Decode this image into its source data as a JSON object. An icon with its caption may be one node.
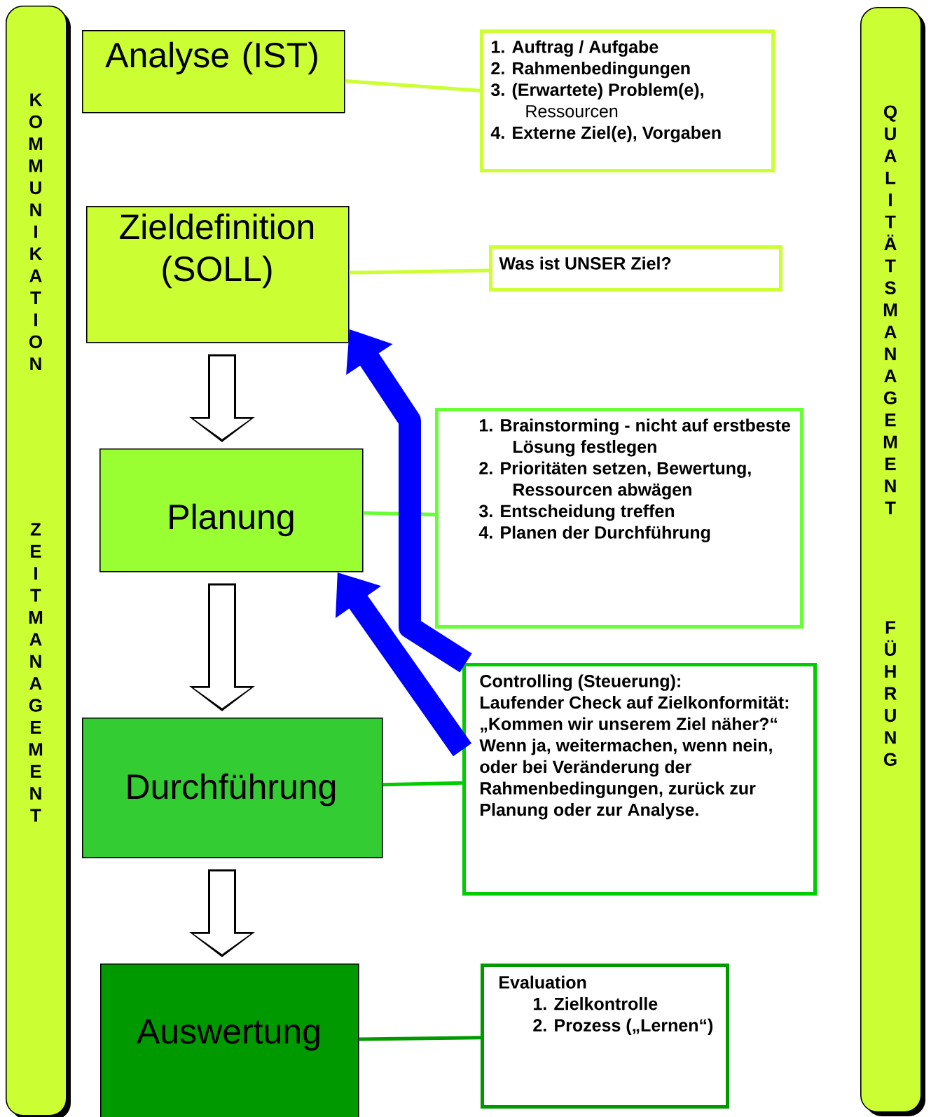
{
  "diagram": {
    "nodes": [
      {
        "text": [
          "KOMMUNIKATION",
          "ZEITMANAGEMENT"
        ]
      },
      {
        "text": [
          "QUALITÄTSMANAGEMENT",
          "FÜHRUNG"
        ]
      },
      {
        "text": [
          "Analyse (IST)"
        ]
      },
      {
        "text": [
          "1. Auftrag / Aufgabe",
          "2. Rahmenbedingungen",
          "3. (Erwartete) Problem(e),",
          "Ressourcen",
          "4. Externe Ziel(e), Vorgaben"
        ]
      },
      {
        "text": [
          "Zieldefinition (SOLL)"
        ]
      },
      {
        "text": [
          "Was ist UNSER Ziel?"
        ]
      },
      {
        "text": [
          "Planung"
        ]
      },
      {
        "text": [
          "1. Brainstorming - nicht auf erstbeste Lösung festlegen",
          "2. Prioritäten setzen, Bewertung, Ressourcen abwägen",
          "3. Entscheidung treffen",
          "4. Planen der Durchführung"
        ]
      },
      {
        "text": [
          "Durchführung"
        ]
      },
      {
        "text": [
          "Controlling (Steuerung):",
          "Laufender Check auf Zielkonformität:",
          "„Kommen wir unserem Ziel näher?“",
          "Wenn ja, weitermachen, wenn nein, oder bei Veränderung der Rahmenbedingungen, zurück zur Planung oder zur Analyse."
        ]
      },
      {
        "text": [
          "Auswertung"
        ]
      },
      {
        "text": [
          "Evaluation",
          "1. Zielkontrolle",
          "2. Prozess („Lernen“)"
        ]
      }
    ],
    "edges": [
      {
        "from": 2,
        "to": 3,
        "arrow": "none",
        "color": "#ccff33"
      },
      {
        "from": 4,
        "to": 5,
        "arrow": "none",
        "color": "#ccff33"
      },
      {
        "from": 4,
        "to": 6,
        "arrow": "to",
        "style": "thick"
      },
      {
        "from": 6,
        "to": 7,
        "arrow": "none",
        "color": "#66ff33"
      },
      {
        "from": 6,
        "to": 8,
        "arrow": "to",
        "style": "thick"
      },
      {
        "from": 9,
        "to": 4,
        "arrow": "to",
        "style": "thick",
        "color": "#0000ff"
      },
      {
        "from": 9,
        "to": 6,
        "arrow": "to",
        "style": "thick",
        "color": "#0000ff"
      },
      {
        "from": 8,
        "to": 9,
        "arrow": "none",
        "color": "#00cc00"
      },
      {
        "from": 8,
        "to": 10,
        "arrow": "to",
        "style": "thick"
      },
      {
        "from": 10,
        "to": 11,
        "arrow": "none",
        "color": "#009900"
      }
    ]
  }
}
